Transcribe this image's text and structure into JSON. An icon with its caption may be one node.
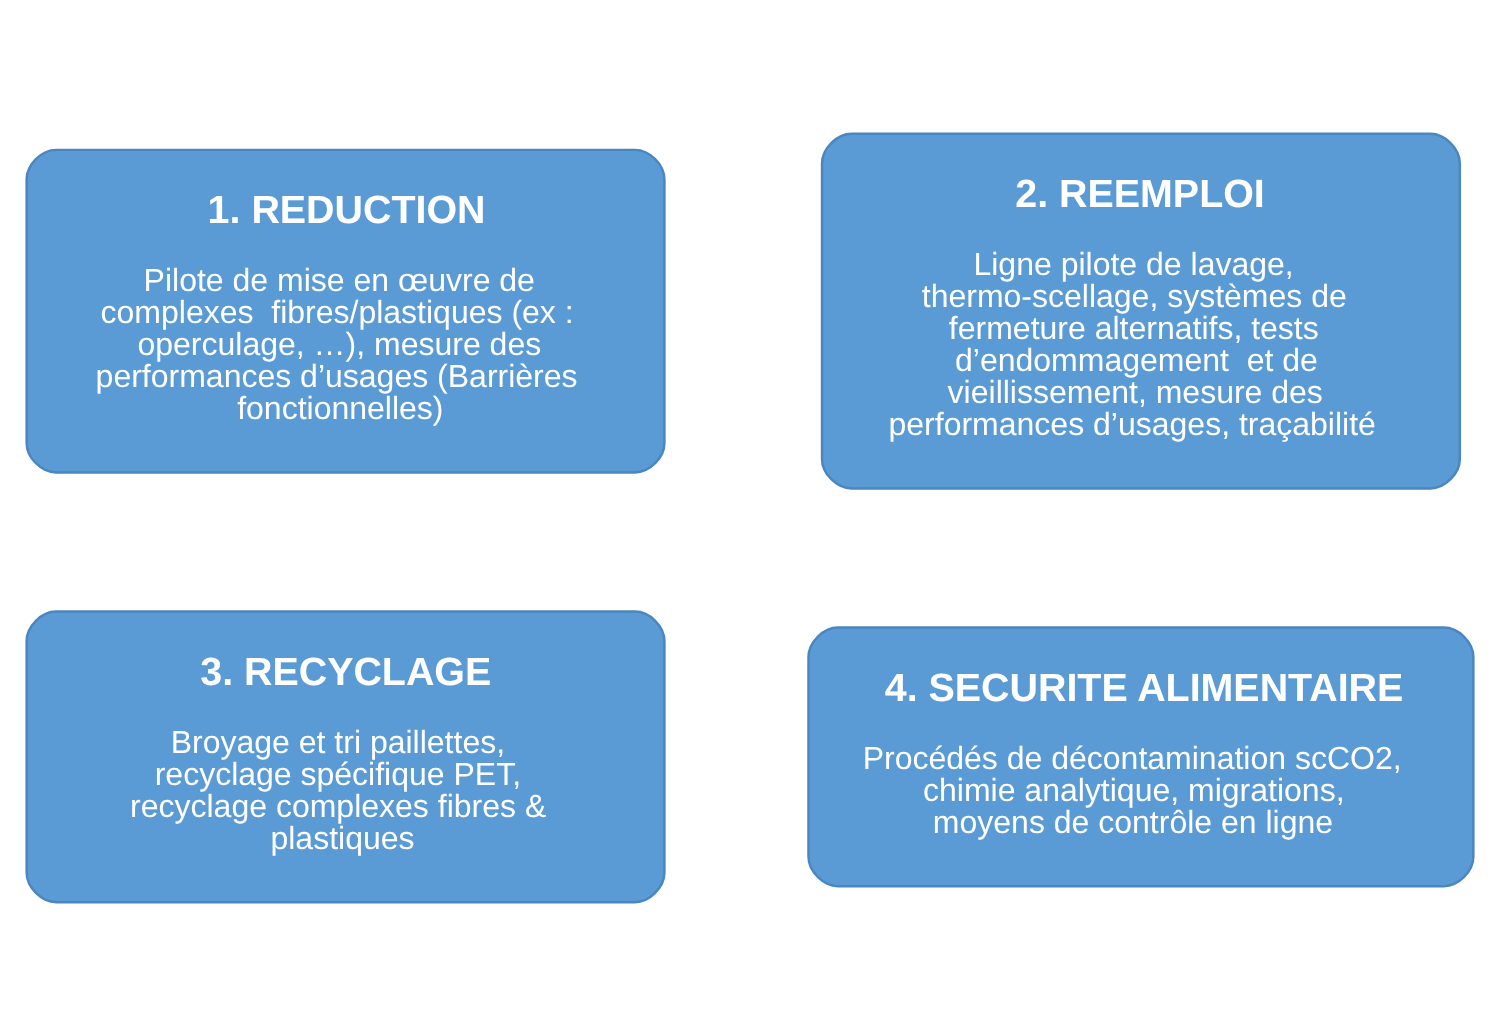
{
  "diagram": {
    "nodes": [
      {
        "text": [
          "1. REDUCTION",
          "Pilote de mise en œuvre de complexes  fibres/plastiques (ex : operculage, …), mesure des performances d’usages (Barrières fonctionnelles)"
        ]
      },
      {
        "text": [
          "2. REEMPLOI",
          "Ligne pilote de lavage, thermo-scellage, systèmes de fermeture alternatifs, tests d’endommagement  et de vieillissement, mesure des performances d’usages, traçabilité"
        ]
      },
      {
        "text": [
          "3. RECYCLAGE",
          "Broyage et tri paillettes, recyclage spécifique PET, recyclage complexes fibres & plastiques"
        ]
      },
      {
        "text": [
          "4. SECURITE ALIMENTAIRE",
          "Procédés de décontamination scCO2, chimie analytique, migrations, moyens de contrôle en ligne"
        ]
      }
    ]
  }
}
